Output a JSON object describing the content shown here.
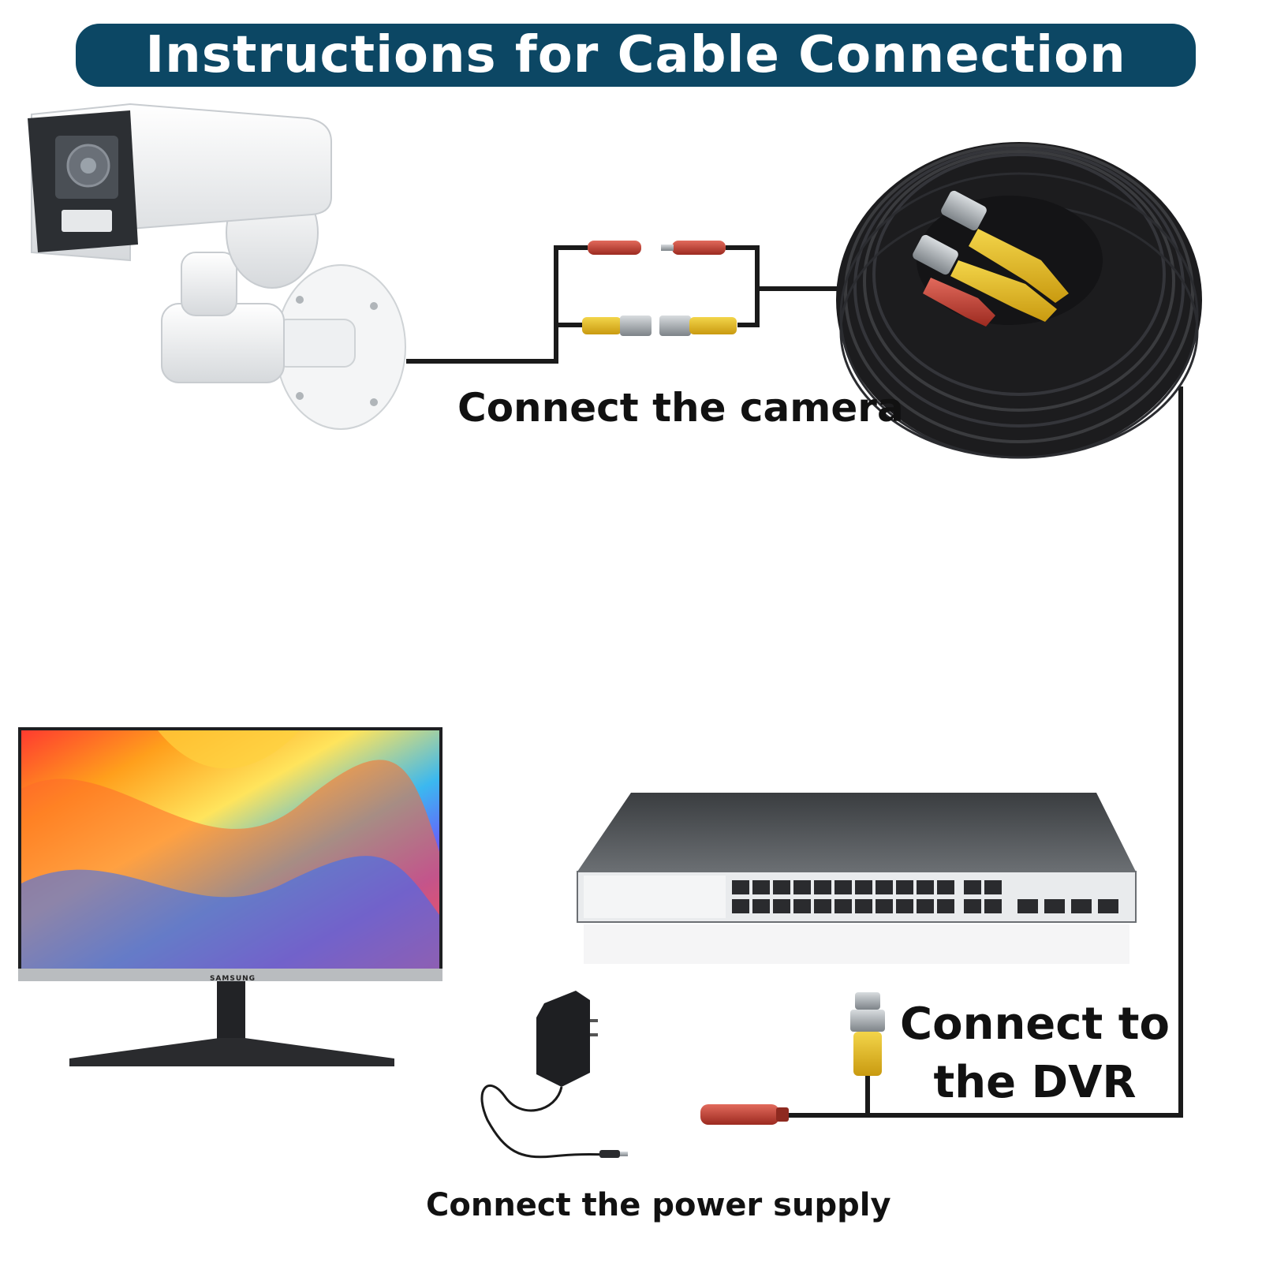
{
  "title": "Instructions for Cable Connection Diagram",
  "labels": {
    "connect_camera": "Connect the camera",
    "connect_dvr": "Connect to the DVR",
    "connect_power": "Connect the power supply"
  },
  "monitor_brand": "SAMSUNG",
  "colors": {
    "banner": "#0c4764",
    "banner_text": "#ffffff",
    "cable": "#1a1a1a",
    "power_plug": "#c0392b",
    "bnc_yellow": "#e9c21e",
    "bnc_metal": "#9aa0a6"
  },
  "icons": {
    "camera": "ptz-security-camera-icon",
    "cable_coil": "siamese-cable-coil-icon",
    "monitor": "monitor-icon",
    "recorder": "dvr-switch-icon",
    "adapter": "power-adapter-icon"
  }
}
